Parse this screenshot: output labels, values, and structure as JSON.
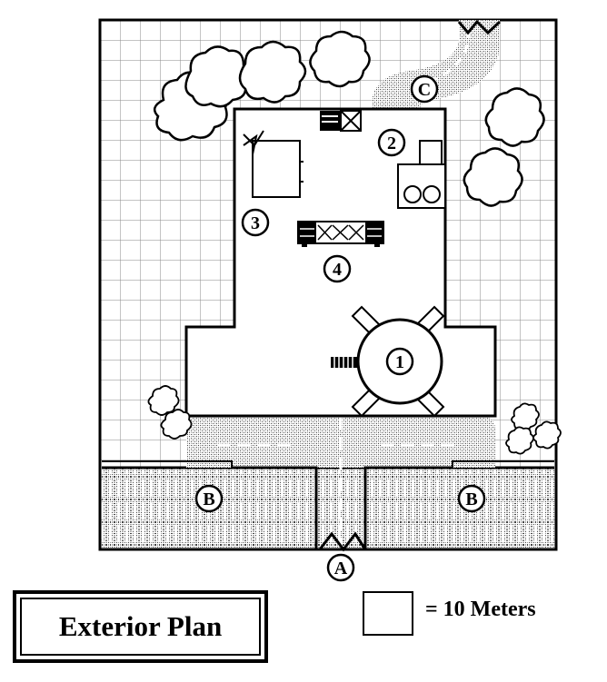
{
  "title": "Exterior Plan",
  "legend": {
    "label": "= 10 Meters"
  },
  "callouts": [
    {
      "id": "1",
      "label": "1"
    },
    {
      "id": "2",
      "label": "2"
    },
    {
      "id": "3",
      "label": "3"
    },
    {
      "id": "4",
      "label": "4"
    },
    {
      "id": "A",
      "label": "A"
    },
    {
      "id": "B-left",
      "label": "B"
    },
    {
      "id": "B-right",
      "label": "B"
    },
    {
      "id": "C",
      "label": "C"
    }
  ],
  "colors": {
    "ink": "#000000",
    "paper": "#ffffff",
    "grid": "#8a8a8a",
    "shaded": "#c8c8c8"
  }
}
